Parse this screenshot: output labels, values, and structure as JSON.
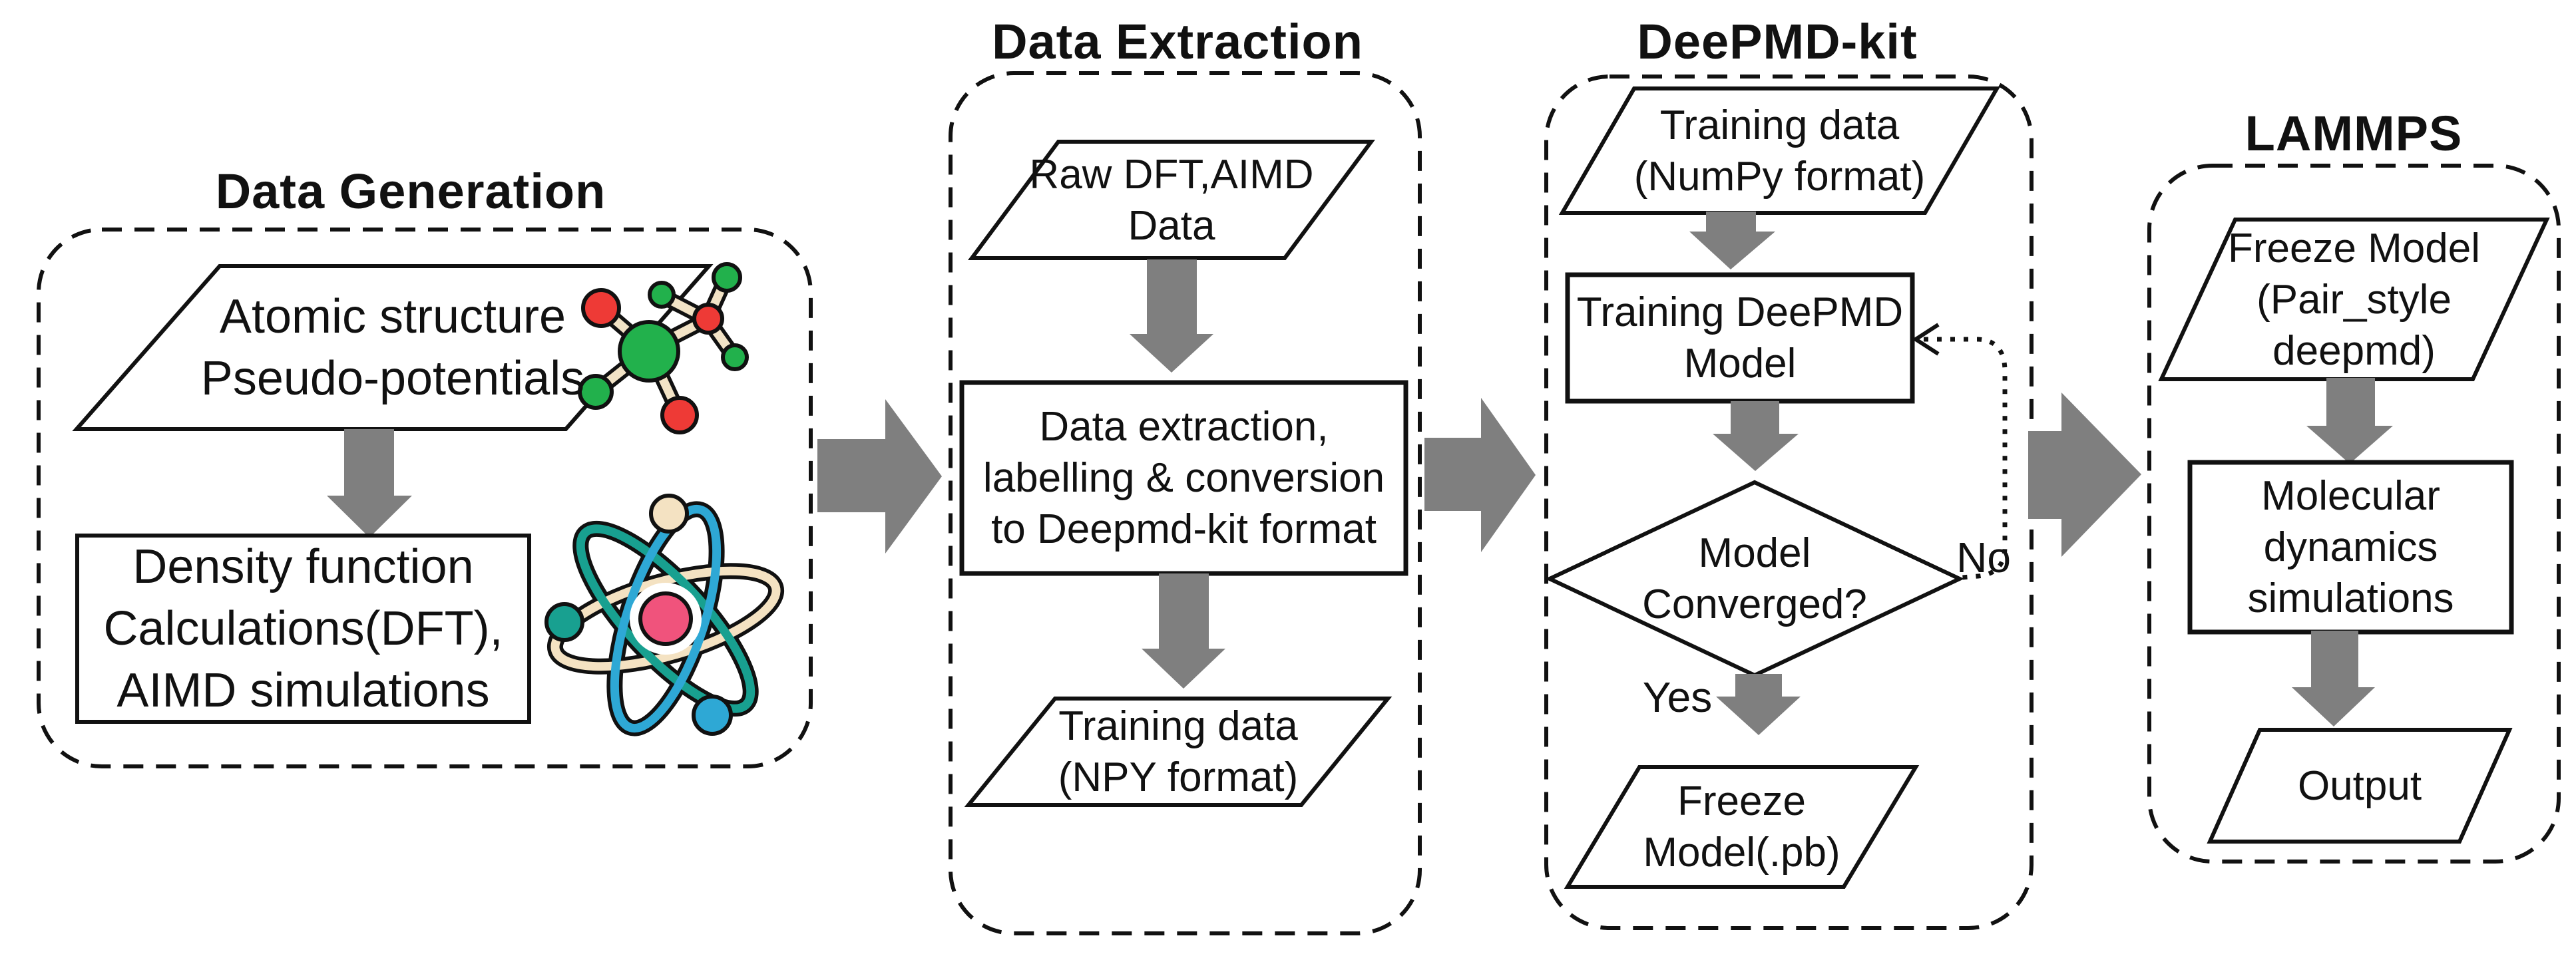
{
  "diagram": {
    "kind": "flowchart",
    "background": "#ffffff"
  },
  "colors": {
    "arrow": "#7f7f7f",
    "outline": "#111111",
    "shape_fill": "#ffffff",
    "text": "#111111",
    "molecule_green": "#22b14c",
    "molecule_red": "#ee3a36",
    "molecule_stick": "#f2e3c6",
    "atom_teal": "#18a090",
    "atom_blue": "#2ea8d5",
    "atom_cream": "#f4e2c2",
    "atom_nucleus": "#f0537c"
  },
  "sections": [
    {
      "title": "Data Generation",
      "nodes": {
        "input": "Atomic structure\nPseudo-potentials",
        "process": "Density function\nCalculations(DFT),\nAIMD simulations"
      }
    },
    {
      "title": "Data Extraction",
      "nodes": {
        "input": "Raw DFT,AIMD\nData",
        "process": "Data extraction,\nlabelling & conversion\nto Deepmd-kit format",
        "output": "Training data\n(NPY format)"
      }
    },
    {
      "title": "DeePMD-kit",
      "nodes": {
        "input": "Training data\n(NumPy format)",
        "process": "Training DeePMD\nModel",
        "decision": "Model\nConverged?",
        "output": "Freeze\nModel(.pb)"
      },
      "decision_yes": "Yes",
      "decision_no": "No"
    },
    {
      "title": "LAMMPS",
      "nodes": {
        "input": "Freeze Model\n(Pair_style\ndeepmd)",
        "process": "Molecular\ndynamics\nsimulations",
        "output": "Output"
      }
    }
  ]
}
